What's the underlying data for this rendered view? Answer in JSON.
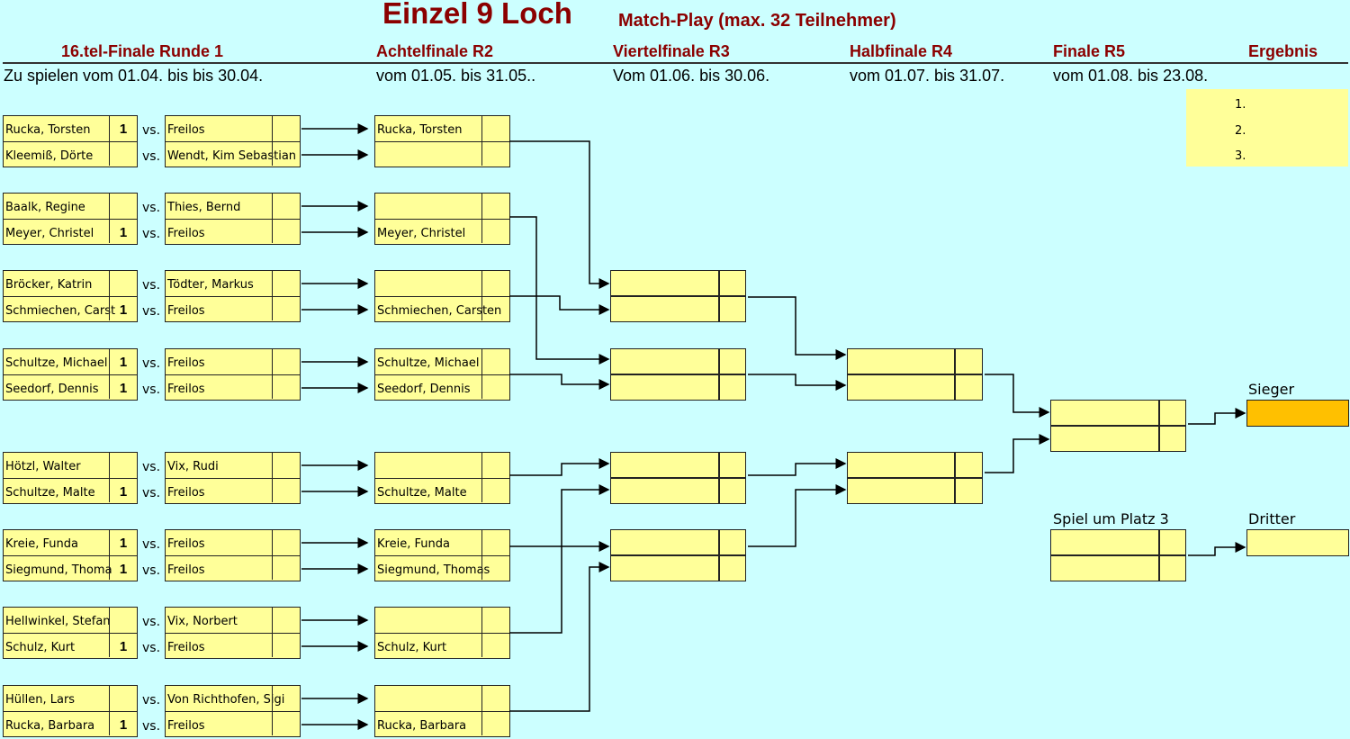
{
  "title": "Einzel 9 Loch",
  "subtitle": "Match-Play (max. 32 Teilnehmer)",
  "headers": [
    "16.tel-Finale   Runde 1",
    "Achtelfinale   R2",
    "Viertelfinale   R3",
    "Halbfinale   R4",
    "Finale   R5",
    "Ergebnis"
  ],
  "dates": [
    "Zu spielen vom 01.04. bis bis 30.04.",
    "vom 01.05. bis 31.05..",
    "Vom 01.06. bis 30.06.",
    "vom 01.07. bis 31.07.",
    "vom 01.08. bis 23.08."
  ],
  "vs_label": "vs.",
  "round1": [
    {
      "left": [
        {
          "name": "Rucka, Torsten",
          "score": "1"
        },
        {
          "name": "Kleemiß, Dörte",
          "score": ""
        }
      ],
      "right": [
        {
          "name": "Freilos",
          "score": ""
        },
        {
          "name": "Wendt, Kim Sebastian",
          "score": ""
        }
      ]
    },
    {
      "left": [
        {
          "name": "Baalk, Regine",
          "score": ""
        },
        {
          "name": "Meyer, Christel",
          "score": "1"
        }
      ],
      "right": [
        {
          "name": "Thies, Bernd",
          "score": ""
        },
        {
          "name": "Freilos",
          "score": ""
        }
      ]
    },
    {
      "left": [
        {
          "name": "Bröcker, Katrin",
          "score": ""
        },
        {
          "name": "Schmiechen, Carst",
          "score": "1"
        }
      ],
      "right": [
        {
          "name": "Tödter, Markus",
          "score": ""
        },
        {
          "name": "Freilos",
          "score": ""
        }
      ]
    },
    {
      "left": [
        {
          "name": "Schultze, Michael",
          "score": "1"
        },
        {
          "name": "Seedorf, Dennis",
          "score": "1"
        }
      ],
      "right": [
        {
          "name": "Freilos",
          "score": ""
        },
        {
          "name": "Freilos",
          "score": ""
        }
      ]
    },
    {
      "left": [
        {
          "name": "Hötzl, Walter",
          "score": ""
        },
        {
          "name": "Schultze, Malte",
          "score": "1"
        }
      ],
      "right": [
        {
          "name": "Vix, Rudi",
          "score": ""
        },
        {
          "name": "Freilos",
          "score": ""
        }
      ]
    },
    {
      "left": [
        {
          "name": "Kreie, Funda",
          "score": "1"
        },
        {
          "name": "Siegmund, Thoma",
          "score": "1"
        }
      ],
      "right": [
        {
          "name": "Freilos",
          "score": ""
        },
        {
          "name": "Freilos",
          "score": ""
        }
      ]
    },
    {
      "left": [
        {
          "name": "Hellwinkel, Stefan",
          "score": ""
        },
        {
          "name": "Schulz, Kurt",
          "score": "1"
        }
      ],
      "right": [
        {
          "name": "Vix, Norbert",
          "score": ""
        },
        {
          "name": "Freilos",
          "score": ""
        }
      ]
    },
    {
      "left": [
        {
          "name": "Hüllen, Lars",
          "score": ""
        },
        {
          "name": "Rucka, Barbara",
          "score": "1"
        }
      ],
      "right": [
        {
          "name": "Von Richthofen, Sigi",
          "score": ""
        },
        {
          "name": "Freilos",
          "score": ""
        }
      ]
    }
  ],
  "round2": [
    [
      "Rucka, Torsten",
      ""
    ],
    [
      "",
      "Meyer, Christel"
    ],
    [
      "",
      "Schmiechen, Carsten"
    ],
    [
      "Schultze, Michael",
      "Seedorf, Dennis"
    ],
    [
      "",
      "Schultze, Malte"
    ],
    [
      "Kreie, Funda",
      "Siegmund, Thomas"
    ],
    [
      "",
      "Schulz, Kurt"
    ],
    [
      "",
      "Rucka, Barbara"
    ]
  ],
  "ergebnis": [
    "1.",
    "2.",
    "3."
  ],
  "sieger_label": "Sieger",
  "platz3_label": "Spiel um Platz 3",
  "dritter_label": "Dritter",
  "colors": {
    "background": "#ccffff",
    "cell": "#ffff99",
    "winner": "#ffc000",
    "heading": "#8b0000"
  }
}
